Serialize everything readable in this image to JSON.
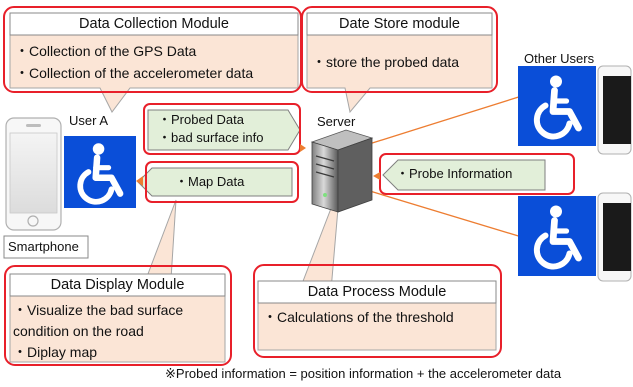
{
  "modules": {
    "collection": {
      "title": "Data Collection Module",
      "items": [
        "・Collection of the GPS Data",
        "・Collection of the accelerometer data"
      ]
    },
    "store": {
      "title": "Date Store module",
      "items": [
        "・store the probed data"
      ]
    },
    "display": {
      "title": "Data Display Module",
      "items": [
        "・Visualize the bad surface",
        "condition on the road",
        "・Diplay map"
      ]
    },
    "process": {
      "title": "Data Process Module",
      "items": [
        "・Calculations of the threshold"
      ]
    }
  },
  "labels": {
    "user_a": "User A",
    "server": "Server",
    "other_users": "Other Users",
    "smartphone": "Smartphone"
  },
  "flags": {
    "probed": [
      "・Probed Data",
      "・bad surface info"
    ],
    "map": "・Map Data",
    "probe_info": "・Probe Information"
  },
  "footnote": "※Probed information = position information + the accelerometer data",
  "colors": {
    "outline_red": "#e8202a",
    "callout_fill": "#fbe5d6",
    "flag_fill": "#e2efd9",
    "accessible_blue": "#0a4ed8",
    "arrow_orange": "#ed7d31"
  }
}
